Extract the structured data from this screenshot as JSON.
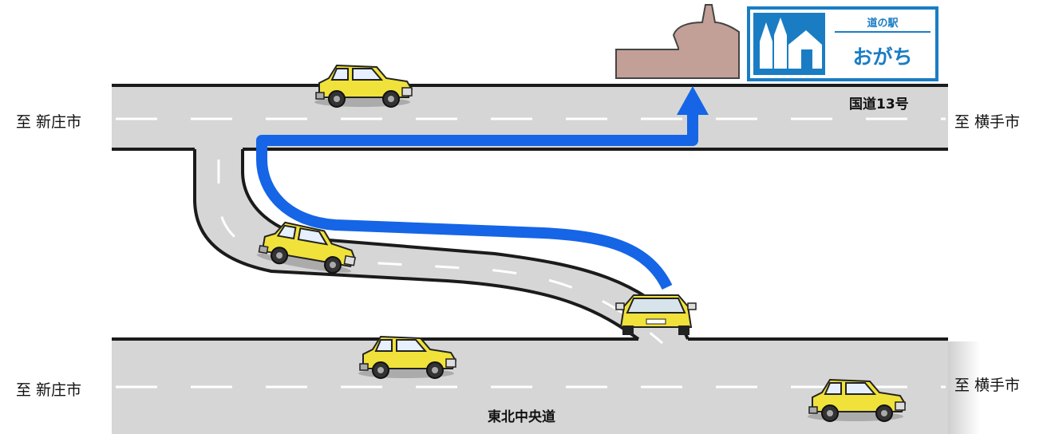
{
  "labels": {
    "top_left": "至  新庄市",
    "top_right": "至  横手市",
    "bottom_left": "至  新庄市",
    "bottom_right": "至  横手市"
  },
  "roads": {
    "upper_name": "国道13号",
    "lower_name": "東北中央道"
  },
  "sign": {
    "top": "道の駅",
    "main": "おがち"
  },
  "colors": {
    "road": "#d6d6d6",
    "road_edge": "#1b1b1b",
    "route_arrow": "#1565e6",
    "building": "#c2a097",
    "sign_blue": "#1a7dc4",
    "car_body": "#f0e23a"
  }
}
